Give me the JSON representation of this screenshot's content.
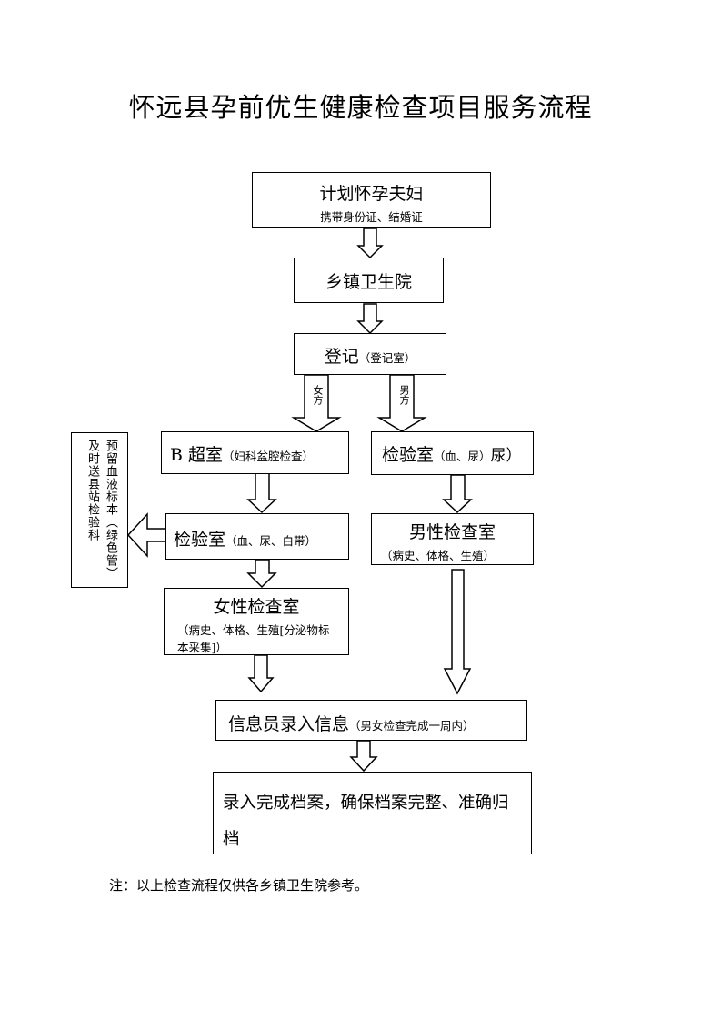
{
  "title": "怀远县孕前优生健康检查项目服务流程",
  "nodes": {
    "couple": {
      "main": "计划怀孕夫妇",
      "sub": "携带身份证、结婚证"
    },
    "township": {
      "main": "乡镇卫生院"
    },
    "register": {
      "main": "登记",
      "sub": "（登记室）"
    },
    "bultrasound": {
      "main": "B 超室",
      "sub": "（妇科盆腔检查）"
    },
    "male_lab": {
      "main": "检验室",
      "sub": "（血、尿）",
      "tail": "尿）"
    },
    "female_lab": {
      "main": "检验室",
      "sub": "（血、尿、白带）"
    },
    "male_exam": {
      "main": "男性检查室",
      "sub": "（病史、体格、生殖）"
    },
    "female_exam": {
      "main": "女性检查室",
      "sub": "（病史、体格、生殖[分泌物标本采集]）"
    },
    "info_entry": {
      "main": "信息员录入信息",
      "sub": "（男女检查完成一周内）"
    },
    "archive": {
      "main": "录入完成档案，确保档案完整、准确归档"
    },
    "blood_sample": {
      "col1": "预留血液标本（绿色管）",
      "col2": "及时送县站检验科"
    }
  },
  "branch_labels": {
    "female": "女方",
    "male": "男方"
  },
  "note": "注：以上检查流程仅供各乡镇卫生院参考。"
}
